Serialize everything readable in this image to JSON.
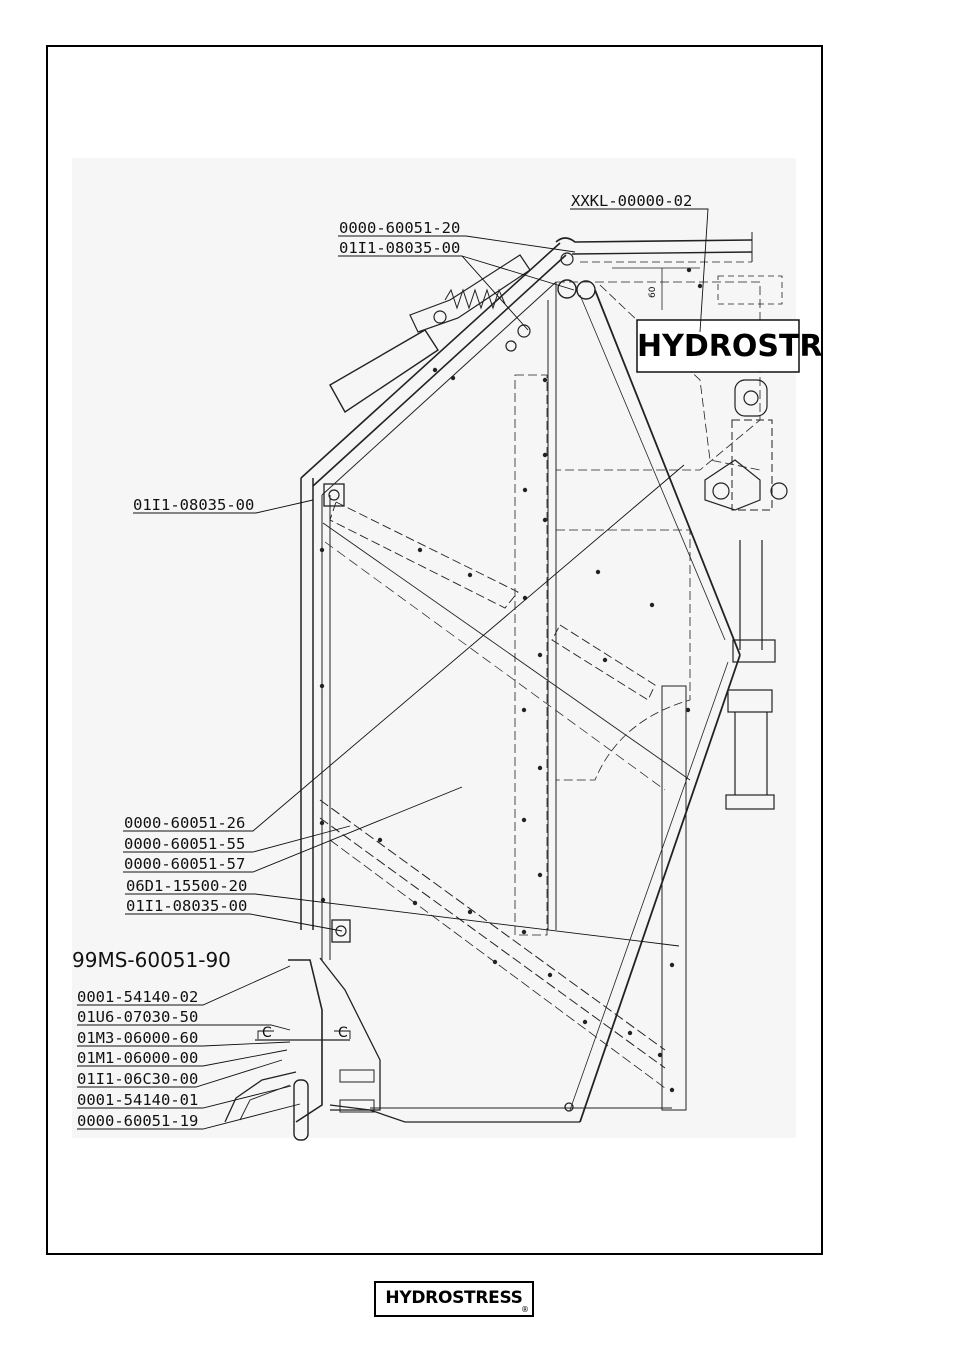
{
  "drawing": {
    "assembly_number": "99MS-60051-90",
    "plate_text": "HYDROSTR",
    "dimension_text": "60",
    "section_marks": [
      "C",
      "C"
    ],
    "part_labels": {
      "top_right": "XXKL-00000-02",
      "top_1": "0000-60051-20",
      "top_2": "01I1-08035-00",
      "mid_left": "01I1-08035-00",
      "lower_1": "0000-60051-26",
      "lower_2": "0000-60051-55",
      "lower_3": "0000-60051-57",
      "lower_4": "06D1-15500-20",
      "lower_5": "01I1-08035-00",
      "base_1": "0001-54140-02",
      "base_2": "01U6-07030-50",
      "base_3": "01M3-06000-60",
      "base_4": "01M1-06000-00",
      "base_5": "01I1-06C30-00",
      "base_6": "0001-54140-01",
      "base_7": "0000-60051-19"
    }
  },
  "footer": {
    "logo_text": "HYDROSTRESS",
    "registered_mark": "®"
  }
}
